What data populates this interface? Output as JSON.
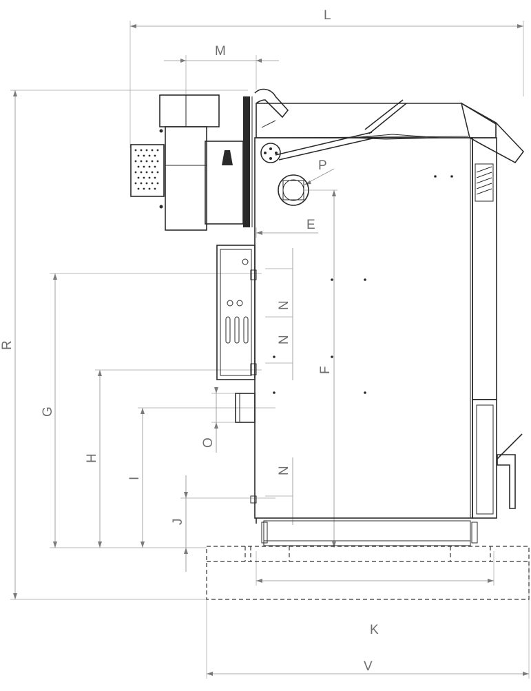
{
  "labels": {
    "L": "L",
    "M": "M",
    "P": "P",
    "E": "E",
    "R": "R",
    "G": "G",
    "H": "H",
    "I": "I",
    "J": "J",
    "O": "O",
    "N1": "N",
    "N2": "N",
    "N3": "N",
    "F": "F",
    "K": "K",
    "V": "V"
  },
  "colors": {
    "line": "#2a2a2a",
    "dimension": "#8c8c8c",
    "label": "#6e6e6e"
  }
}
